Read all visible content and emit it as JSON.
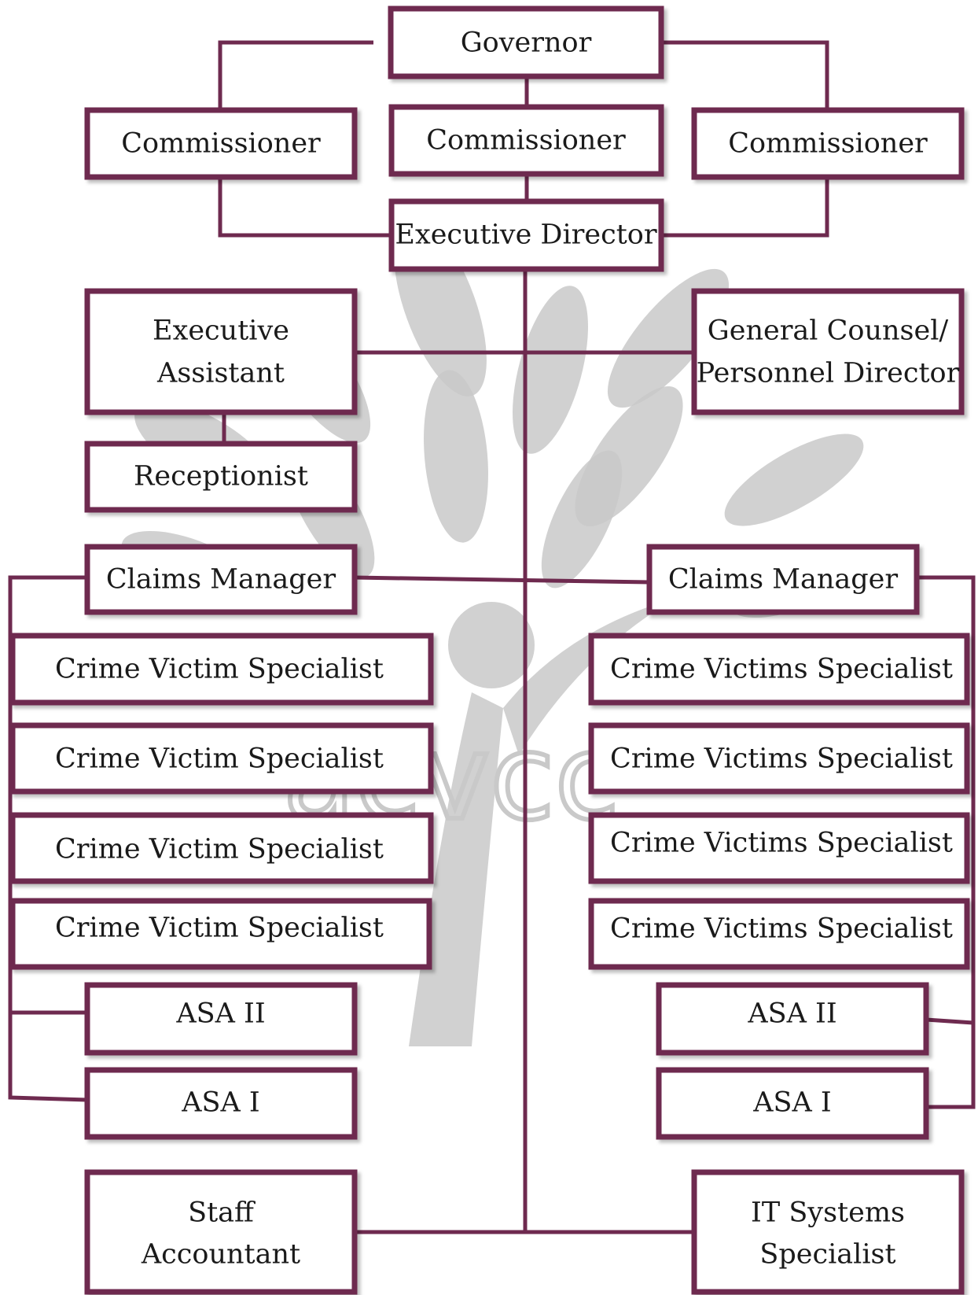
{
  "org_chart": {
    "governor": "Governor",
    "commissioners": [
      "Commissioner",
      "Commissioner",
      "Commissioner"
    ],
    "executive_director": "Executive Director",
    "executive_assistant": [
      "Executive",
      "Assistant"
    ],
    "general_counsel": [
      "General Counsel/",
      "Personnel Director"
    ],
    "receptionist": "Receptionist",
    "claims_manager_left": "Claims Manager",
    "claims_manager_right": "Claims Manager",
    "left_specialists": [
      "Crime Victim Specialist",
      "Crime Victim Specialist",
      "Crime Victim Specialist",
      "Crime Victim Specialist"
    ],
    "right_specialists": [
      "Crime Victims Specialist",
      "Crime Victims Specialist",
      "Crime Victims Specialist",
      "Crime Victims Specialist"
    ],
    "left_asa": [
      "ASA II",
      "ASA I"
    ],
    "right_asa": [
      "ASA II",
      "ASA I"
    ],
    "staff_accountant": [
      "Staff",
      "Accountant"
    ],
    "it_systems": [
      "IT Systems",
      "Specialist"
    ]
  },
  "watermark": {
    "text": "acvcc"
  },
  "colors": {
    "border": "#6e2a4f",
    "watermark": "#c9c9c9",
    "text": "#1a1a1a"
  }
}
